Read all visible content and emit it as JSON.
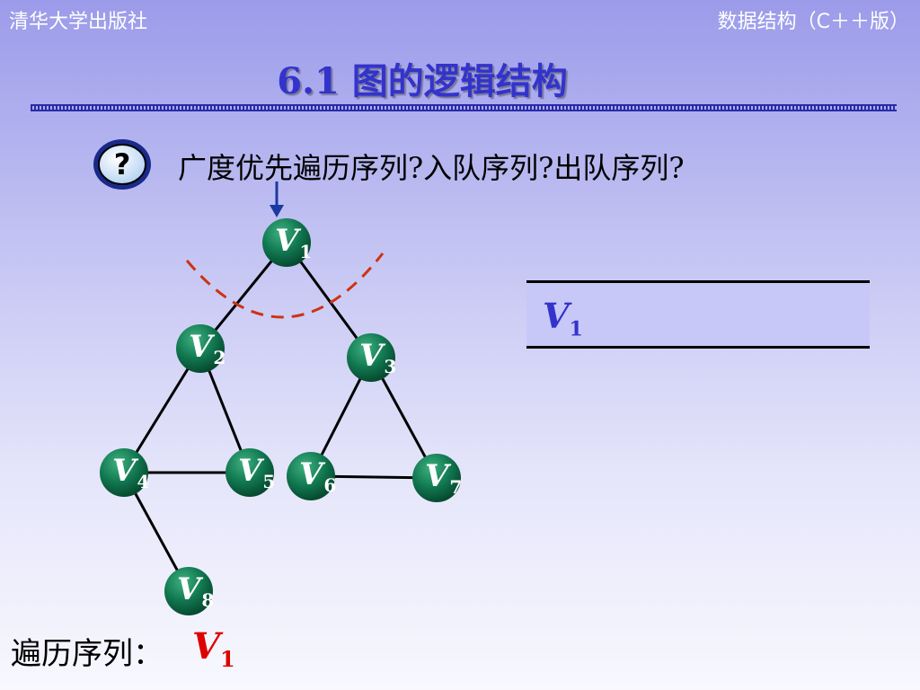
{
  "header": {
    "publisher": "清华大学出版社",
    "book": "数据结构（C＋＋版）"
  },
  "title": "6.1 图的逻辑结构",
  "question": "广度优先遍历序列?入队序列?出队序列?",
  "icons": {
    "question": "question-mark-icon",
    "pointer": "down-arrow-icon"
  },
  "graph": {
    "nodes": [
      {
        "id": "V1",
        "letter": "V",
        "sub": "1"
      },
      {
        "id": "V2",
        "letter": "V",
        "sub": "2"
      },
      {
        "id": "V3",
        "letter": "V",
        "sub": "3"
      },
      {
        "id": "V4",
        "letter": "V",
        "sub": "4"
      },
      {
        "id": "V5",
        "letter": "V",
        "sub": "5"
      },
      {
        "id": "V6",
        "letter": "V",
        "sub": "6"
      },
      {
        "id": "V7",
        "letter": "V",
        "sub": "7"
      },
      {
        "id": "V8",
        "letter": "V",
        "sub": "8"
      }
    ],
    "edges": [
      [
        "V1",
        "V2"
      ],
      [
        "V1",
        "V3"
      ],
      [
        "V2",
        "V4"
      ],
      [
        "V2",
        "V5"
      ],
      [
        "V3",
        "V6"
      ],
      [
        "V3",
        "V7"
      ],
      [
        "V4",
        "V5"
      ],
      [
        "V6",
        "V7"
      ],
      [
        "V4",
        "V8"
      ]
    ]
  },
  "queue": {
    "letter": "V",
    "sub": "1"
  },
  "traversal": {
    "label": "遍历序列：",
    "letter": "V",
    "sub": "1"
  },
  "colors": {
    "node": "#127a52",
    "edge": "#000000",
    "arc": "#cc3311",
    "accent": "#3333cc",
    "highlight": "#dd0000"
  }
}
